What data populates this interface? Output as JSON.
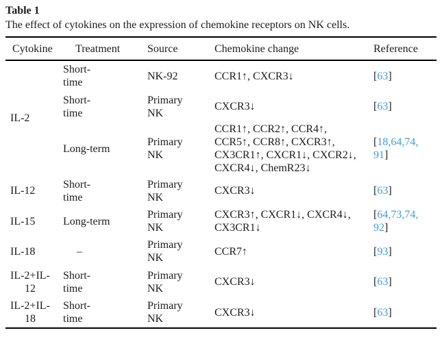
{
  "title": "Table 1",
  "caption": "The effect of cytokines on the expression of chemokine receptors on NK cells.",
  "colors": {
    "link_blue": "#3d9dd8",
    "text": "#1b1b1b",
    "rule": "#000000"
  },
  "columns": [
    "Cytokine",
    "Treatment",
    "Source",
    "Chemokine change",
    "Reference"
  ],
  "rows": [
    {
      "cytokine": "IL-2",
      "treatment": [
        "Short-",
        "time"
      ],
      "source": "NK-92",
      "change": "CCR1↑, CXCR3↓",
      "reference": {
        "prefix": "[",
        "items": [
          "63"
        ],
        "suffix": "]"
      }
    },
    {
      "treatment": [
        "Short-",
        "time"
      ],
      "source": [
        "Primary",
        "NK"
      ],
      "change": "CXCR3↓",
      "reference": {
        "prefix": "[",
        "items": [
          "63"
        ],
        "suffix": "]"
      }
    },
    {
      "treatment": "Long-term",
      "source": [
        "Primary",
        "NK"
      ],
      "change": [
        "CCR1↑, CCR2↑, CCR4↑,",
        "CCR5↑, CCR8↑, CXCR3↑,",
        "CX3CR1↑, CXCR1↓, CXCR2↓,",
        "CXCR4↓, ChemR23↓"
      ],
      "reference": {
        "prefix": "[",
        "items": [
          "18",
          "64",
          "74",
          "91"
        ],
        "suffix": "]"
      }
    },
    {
      "cytokine": "IL-12",
      "treatment": [
        "Short-",
        "time"
      ],
      "source": [
        "Primary",
        "NK"
      ],
      "change": "CXCR3↓",
      "reference": {
        "prefix": "[",
        "items": [
          "63"
        ],
        "suffix": "]"
      }
    },
    {
      "cytokine": "IL-15",
      "treatment": "Long-term",
      "source": [
        "Primary",
        "NK"
      ],
      "change": [
        "CXCR3↑, CXCR1↓, CXCR4↓,",
        "CX3CR1↓"
      ],
      "reference": {
        "prefix": "[",
        "items": [
          "64",
          "73",
          "74",
          "92"
        ],
        "suffix": "]"
      }
    },
    {
      "cytokine": "IL-18",
      "treatment": "–",
      "source": [
        "Primary",
        "NK"
      ],
      "change": "CCR7↑",
      "reference": {
        "prefix": "[",
        "items": [
          "93"
        ],
        "suffix": "]"
      }
    },
    {
      "cytokine": [
        "IL-2+IL-",
        "12"
      ],
      "treatment": [
        "Short-",
        "time"
      ],
      "source": [
        "Primary",
        "NK"
      ],
      "change": "CXCR3↓",
      "reference": {
        "prefix": "[",
        "items": [
          "63"
        ],
        "suffix": "]"
      }
    },
    {
      "cytokine": [
        "IL-2+IL-",
        "18"
      ],
      "treatment": [
        "Short-",
        "time"
      ],
      "source": [
        "Primary",
        "NK"
      ],
      "change": "CXCR3↓",
      "reference": {
        "prefix": "[",
        "items": [
          "63"
        ],
        "suffix": "]"
      }
    }
  ]
}
